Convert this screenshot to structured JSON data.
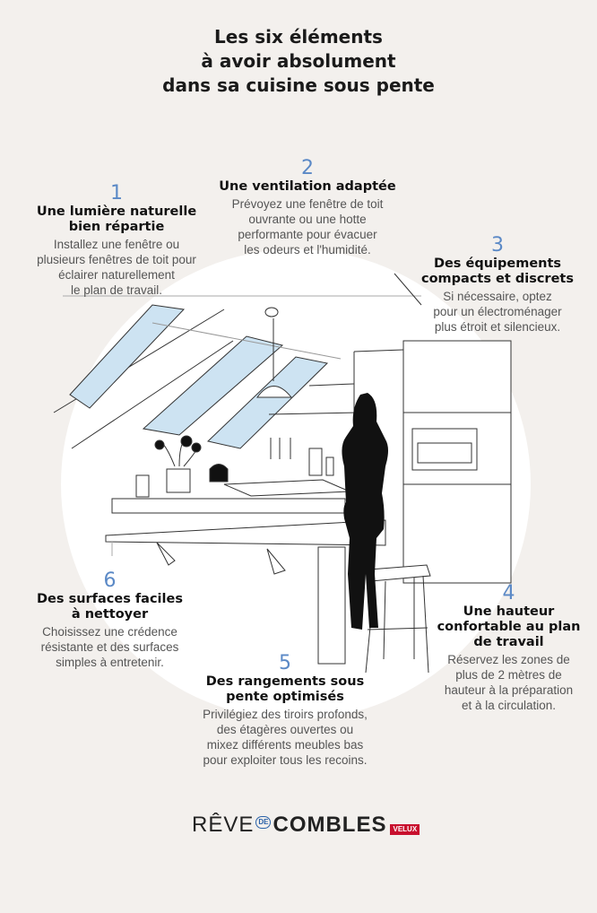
{
  "title": {
    "line1": "Les six éléments",
    "line2": "à avoir absolument",
    "line3": "dans sa cuisine sous pente"
  },
  "tips": [
    {
      "number": "1",
      "heading": [
        "Une lumière naturelle",
        "bien répartie"
      ],
      "body": [
        "Installez une fenêtre ou",
        "plusieurs fenêtres de toit pour",
        "éclairer naturellement",
        "le plan de travail."
      ]
    },
    {
      "number": "2",
      "heading": [
        "Une ventilation adaptée"
      ],
      "body": [
        "Prévoyez une fenêtre de toit",
        "ouvrante ou une hotte",
        "performante pour évacuer",
        "les odeurs et l'humidité."
      ]
    },
    {
      "number": "3",
      "heading": [
        "Des équipements",
        "compacts et discrets"
      ],
      "body": [
        "Si nécessaire, optez",
        "pour un électroménager",
        "plus étroit et silencieux."
      ]
    },
    {
      "number": "4",
      "heading": [
        "Une hauteur",
        "confortable au plan",
        "de travail"
      ],
      "body": [
        "Réservez les zones de",
        "plus de 2 mètres de",
        "hauteur à la préparation",
        "et à la circulation."
      ]
    },
    {
      "number": "5",
      "heading": [
        "Des rangements sous",
        "pente optimisés"
      ],
      "body": [
        "Privilégiez des tiroirs profonds,",
        "des étagères ouvertes ou",
        "mixez différents meubles bas",
        "pour exploiter tous les recoins."
      ]
    },
    {
      "number": "6",
      "heading": [
        "Des surfaces faciles",
        "à nettoyer"
      ],
      "body": [
        "Choisissez une crédence",
        "résistante et des surfaces",
        "simples à entretenir."
      ]
    }
  ],
  "logo": {
    "part1": "RÊVE",
    "connector": "DE",
    "part2": "COMBLES",
    "brand": "VELUX"
  },
  "colors": {
    "background": "#f3f0ed",
    "number_accent": "#5b89c6",
    "window_glass": "#cde3f2",
    "silhouette": "#111111"
  }
}
